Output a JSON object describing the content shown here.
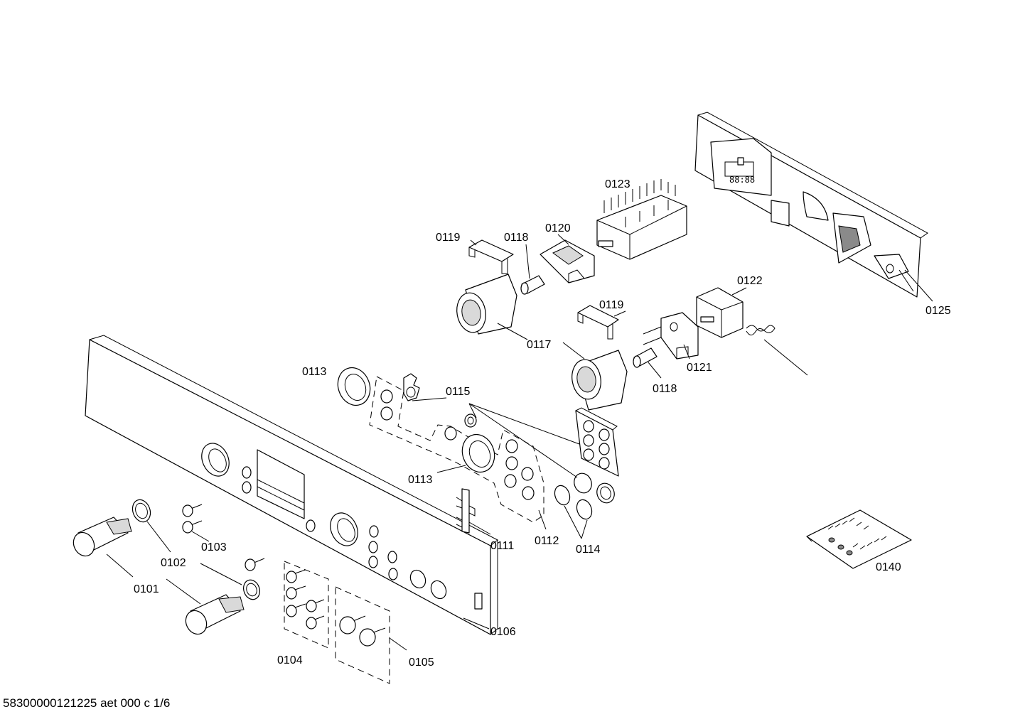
{
  "footer": {
    "document_id": "58300000121225 aet 000 c 1/6"
  },
  "callouts": {
    "c0101": "0101",
    "c0102": "0102",
    "c0103": "0103",
    "c0104": "0104",
    "c0105": "0105",
    "c0106": "0106",
    "c0111": "0111",
    "c0112": "0112",
    "c0113a": "0113",
    "c0113b": "0113",
    "c0114": "0114",
    "c0115": "0115",
    "c0117": "0117",
    "c0118a": "0118",
    "c0118b": "0118",
    "c0119a": "0119",
    "c0119b": "0119",
    "c0120": "0120",
    "c0121": "0121",
    "c0122": "0122",
    "c0123": "0123",
    "c0125": "0125",
    "c0140": "0140"
  },
  "display": {
    "clock_readout": "88:88"
  }
}
